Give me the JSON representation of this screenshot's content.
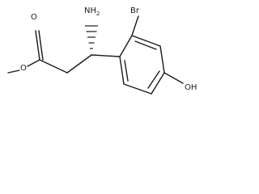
{
  "atoms": {
    "carbonyl_oxygen": "O",
    "ester_oxygen": "O",
    "amine": "NH",
    "amine_h_count": "2",
    "bromine": "Br",
    "hydroxyl": "OH"
  }
}
